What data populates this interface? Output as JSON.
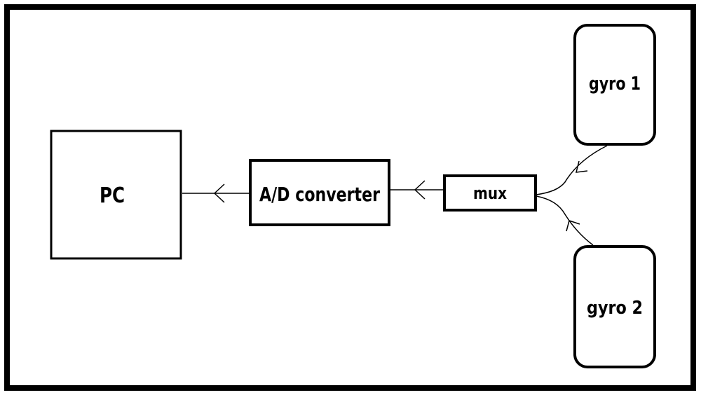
{
  "diagram": {
    "nodes": {
      "pc": "PC",
      "adc": "A/D converter",
      "mux": "mux",
      "gyro1": "gyro 1",
      "gyro2": "gyro 2"
    }
  },
  "colors": {
    "stroke": "#000000",
    "background": "#ffffff"
  }
}
